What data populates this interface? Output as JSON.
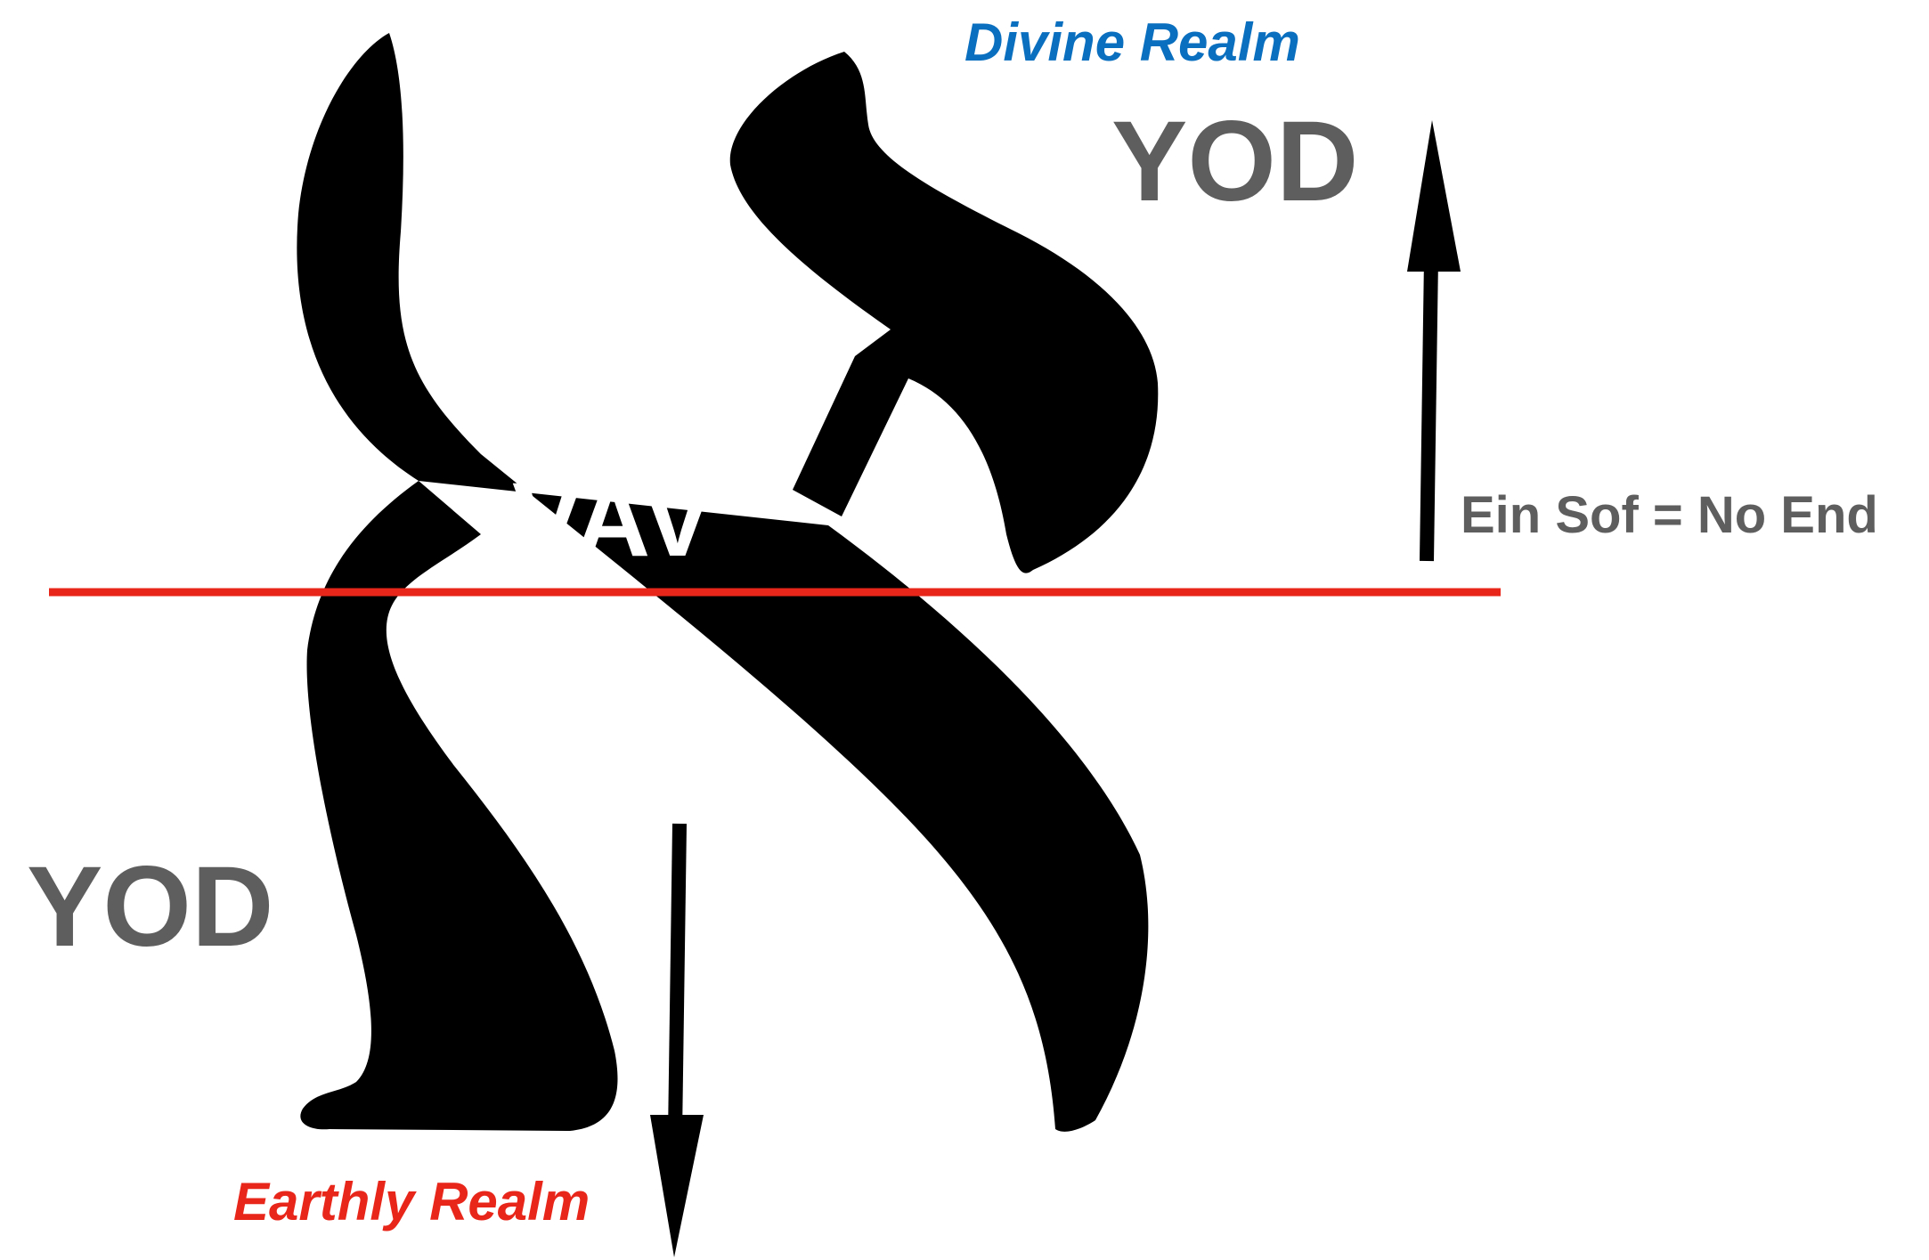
{
  "labels": {
    "divine_realm": "Divine Realm",
    "yod_top": "YOD",
    "vav": "VAV",
    "ein_sof": "Ein Sof = No End",
    "yod_bottom": "YOD",
    "earthly_realm": "Earthly Realm"
  },
  "colors": {
    "divine": "#0A6FBF",
    "earthly": "#E8261A",
    "gray_text": "#5E5E5E",
    "glyph": "#000000",
    "divider": "#E8261A",
    "arrows": "#000000",
    "vav_text": "#FFFFFF"
  },
  "icons": {
    "letter": "aleph-glyph-icon",
    "up": "arrow-up-icon",
    "down": "arrow-down-icon"
  }
}
